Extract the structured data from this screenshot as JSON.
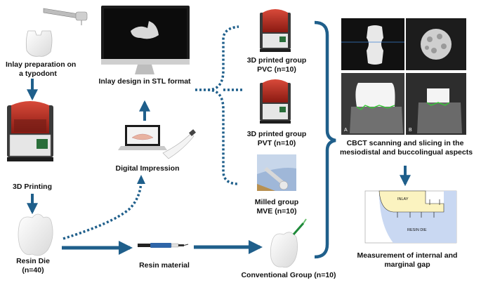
{
  "labels": {
    "inlay_prep": [
      "Inlay preparation on",
      "a typodont"
    ],
    "printing": "3D Printing",
    "resin_die": [
      "Resin Die",
      "(n=40)"
    ],
    "resin_material": "Resin material",
    "digital_impression": "Digital Impression",
    "inlay_design": "Inlay design in STL format",
    "pvc": [
      "3D printed group",
      "PVC (n=10)"
    ],
    "pvt": [
      "3D printed group",
      "PVT (n=10)"
    ],
    "mve": [
      "Milled group",
      "MVE (n=10)"
    ],
    "conventional": "Conventional Group (n=10)",
    "cbct": [
      "CBCT scanning and slicing in the",
      "mesiodistal and buccolingual aspects"
    ],
    "measurement": [
      "Measurement of internal and",
      "marginal gap"
    ]
  },
  "panel_letters": [
    "A",
    "B"
  ],
  "diagram_labels": {
    "inlay": "INLAY",
    "resin_die": "RESIN DIE"
  },
  "colors": {
    "arrow": "#1f5f8b",
    "inlay_fill": "#fbf3c0",
    "die_fill": "#c9d8f2",
    "printer_red": "#b3261e"
  }
}
